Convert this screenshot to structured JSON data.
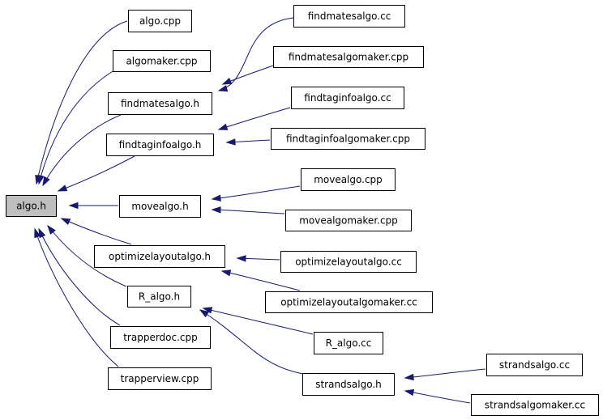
{
  "graph": {
    "edge_color": "#191970",
    "root_fill": "#bfbfbf",
    "nodes": [
      {
        "id": "algo_h",
        "label": "algo.h",
        "root": true
      },
      {
        "id": "algo_cpp",
        "label": "algo.cpp"
      },
      {
        "id": "algomaker_cpp",
        "label": "algomaker.cpp"
      },
      {
        "id": "findmatesalgo_h",
        "label": "findmatesalgo.h"
      },
      {
        "id": "findtaginfoalgo_h",
        "label": "findtaginfoalgo.h"
      },
      {
        "id": "movealgo_h",
        "label": "movealgo.h"
      },
      {
        "id": "optimizelayoutalgo_h",
        "label": "optimizelayoutalgo.h"
      },
      {
        "id": "r_algo_h",
        "label": "R_algo.h"
      },
      {
        "id": "trapperdoc_cpp",
        "label": "trapperdoc.cpp"
      },
      {
        "id": "trapperview_cpp",
        "label": "trapperview.cpp"
      },
      {
        "id": "findmatesalgo_cc",
        "label": "findmatesalgo.cc"
      },
      {
        "id": "findmatesalgomaker_cpp",
        "label": "findmatesalgomaker.cpp"
      },
      {
        "id": "findtaginfoalgo_cc",
        "label": "findtaginfoalgo.cc"
      },
      {
        "id": "findtaginfoalgomaker_cpp",
        "label": "findtaginfoalgomaker.cpp"
      },
      {
        "id": "movealgo_cpp",
        "label": "movealgo.cpp"
      },
      {
        "id": "movealgomaker_cpp",
        "label": "movealgomaker.cpp"
      },
      {
        "id": "optimizelayoutalgo_cc",
        "label": "optimizelayoutalgo.cc"
      },
      {
        "id": "optimizelayoutalgomaker_cc",
        "label": "optimizelayoutalgomaker.cc"
      },
      {
        "id": "r_algo_cc",
        "label": "R_algo.cc"
      },
      {
        "id": "strandsalgo_h",
        "label": "strandsalgo.h"
      },
      {
        "id": "strandsalgo_cc",
        "label": "strandsalgo.cc"
      },
      {
        "id": "strandsalgomaker_cc",
        "label": "strandsalgomaker.cc"
      }
    ],
    "edges": [
      {
        "from": "algo_cpp",
        "to": "algo_h"
      },
      {
        "from": "algomaker_cpp",
        "to": "algo_h"
      },
      {
        "from": "findmatesalgo_h",
        "to": "algo_h"
      },
      {
        "from": "findtaginfoalgo_h",
        "to": "algo_h"
      },
      {
        "from": "movealgo_h",
        "to": "algo_h"
      },
      {
        "from": "optimizelayoutalgo_h",
        "to": "algo_h"
      },
      {
        "from": "r_algo_h",
        "to": "algo_h"
      },
      {
        "from": "trapperdoc_cpp",
        "to": "algo_h"
      },
      {
        "from": "trapperview_cpp",
        "to": "algo_h"
      },
      {
        "from": "findmatesalgo_cc",
        "to": "findmatesalgo_h"
      },
      {
        "from": "findmatesalgomaker_cpp",
        "to": "findmatesalgo_h"
      },
      {
        "from": "findtaginfoalgo_cc",
        "to": "findtaginfoalgo_h"
      },
      {
        "from": "findtaginfoalgomaker_cpp",
        "to": "findtaginfoalgo_h"
      },
      {
        "from": "movealgo_cpp",
        "to": "movealgo_h"
      },
      {
        "from": "movealgomaker_cpp",
        "to": "movealgo_h"
      },
      {
        "from": "optimizelayoutalgo_cc",
        "to": "optimizelayoutalgo_h"
      },
      {
        "from": "optimizelayoutalgomaker_cc",
        "to": "optimizelayoutalgo_h"
      },
      {
        "from": "r_algo_cc",
        "to": "r_algo_h"
      },
      {
        "from": "strandsalgo_h",
        "to": "r_algo_h"
      },
      {
        "from": "strandsalgo_cc",
        "to": "strandsalgo_h"
      },
      {
        "from": "strandsalgomaker_cc",
        "to": "strandsalgo_h"
      }
    ]
  }
}
